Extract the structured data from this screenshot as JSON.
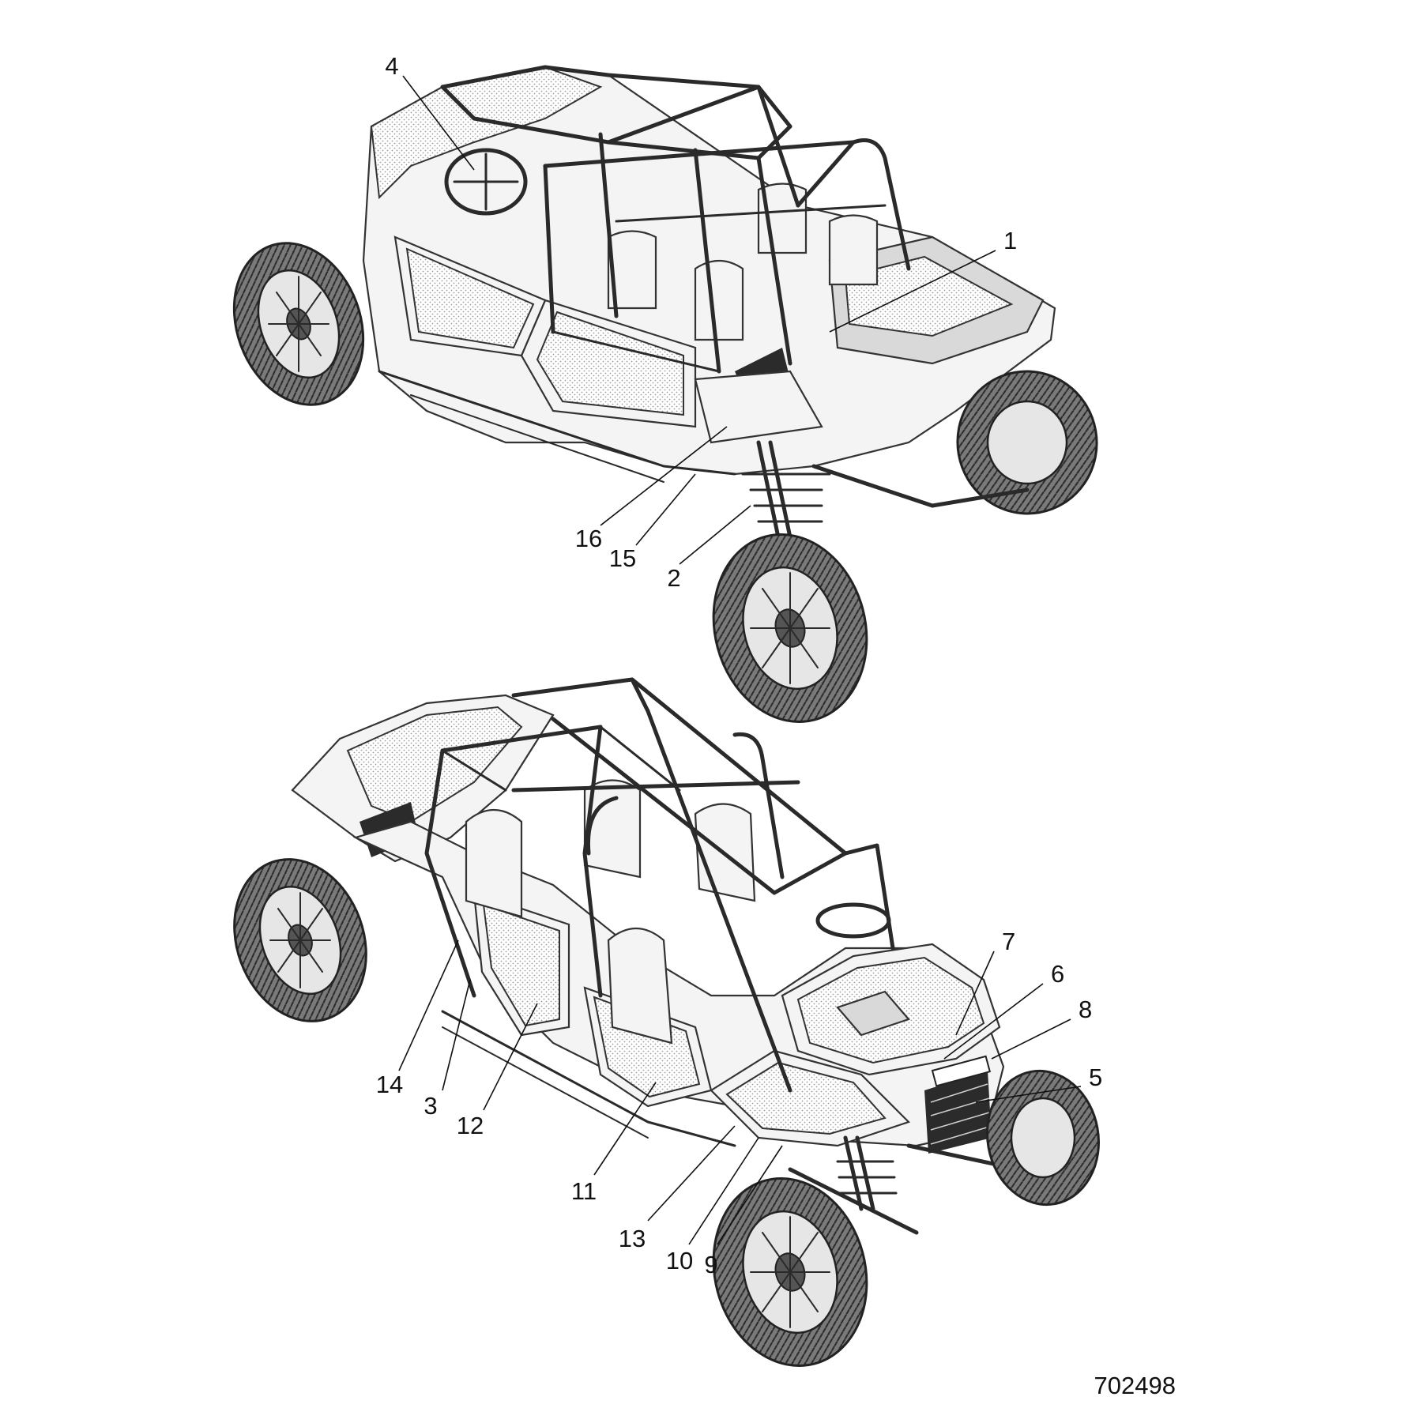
{
  "diagram": {
    "reference_number": "702498",
    "upper_view_callouts": [
      "4",
      "1",
      "16",
      "15",
      "2"
    ],
    "lower_view_callouts": [
      "7",
      "6",
      "8",
      "5",
      "14",
      "3",
      "12",
      "11",
      "13",
      "10",
      "9"
    ],
    "colors": {
      "ink": "#2a2a2a",
      "background": "#ffffff"
    }
  }
}
